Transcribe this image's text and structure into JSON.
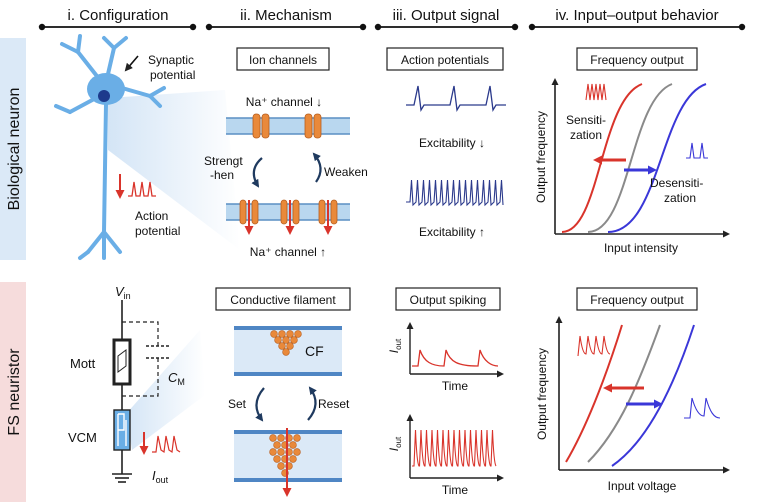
{
  "columns": {
    "col1": "i. Configuration",
    "col2": "ii. Mechanism",
    "col3": "iii. Output signal",
    "col4": "iv. Input–output behavior"
  },
  "rows": {
    "row1": "Biological neuron",
    "row2": "FS neuristor"
  },
  "bio": {
    "synaptic_line1": "Synaptic",
    "synaptic_line2": "potential",
    "action_line1": "Action",
    "action_line2": "potential",
    "box_ion": "Ion channels",
    "na_top": "Na⁺ channel ↓",
    "na_bottom": "Na⁺ channel ↑",
    "strengthen_line1": "Strengt",
    "strengthen_line2": "-hen",
    "weaken": "Weaken",
    "box_ap": "Action potentials",
    "excit_down": "Excitability ↓",
    "excit_up": "Excitability ↑",
    "box_freq": "Frequency output",
    "sens_line1": "Sensiti-",
    "sens_line2": "zation",
    "desens_line1": "Desensiti-",
    "desens_line2": "zation",
    "xlabel": "Input intensity",
    "ylabel": "Output frequency"
  },
  "fs": {
    "vin_main": "V",
    "vin_sub": "in",
    "mott": "Mott",
    "cm_main": "C",
    "cm_sub": "M",
    "vcm": "VCM",
    "iout_main": "I",
    "iout_sub": "out",
    "box_cf": "Conductive filament",
    "cf": "CF",
    "set": "Set",
    "reset": "Reset",
    "box_spiking": "Output spiking",
    "time1": "Time",
    "time2": "Time",
    "iout_axis1_main": "I",
    "iout_axis1_sub": "out",
    "iout_axis2_main": "I",
    "iout_axis2_sub": "out",
    "box_freq": "Frequency output",
    "xlabel": "Input voltage",
    "ylabel": "Output frequency"
  },
  "colors": {
    "red": "#d9342b",
    "blue": "#3a37d8",
    "gray": "#8a8a8a",
    "row1_band": "#dbe9f7",
    "row2_band": "#f6dcdc",
    "membrane": "#b9d7ef",
    "channel": "#e9893a"
  }
}
